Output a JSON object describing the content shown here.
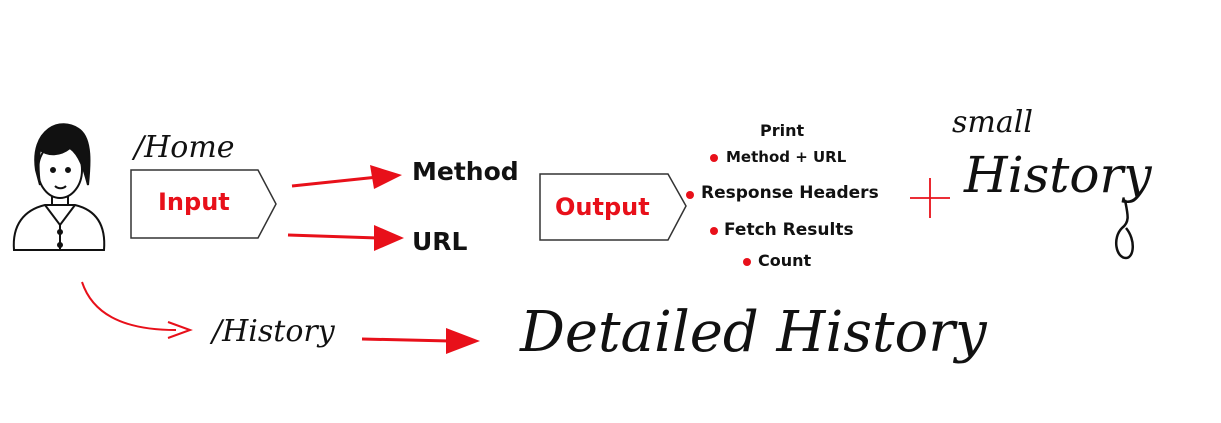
{
  "routes": {
    "home": "/Home",
    "history": "/History"
  },
  "boxes": {
    "input": "Input",
    "output": "Output"
  },
  "fields": {
    "method": "Method",
    "url": "URL"
  },
  "print": {
    "title": "Print",
    "items": [
      "Method + URL",
      "Response Headers",
      "Fetch Results",
      "Count"
    ]
  },
  "history": {
    "small_word": "small",
    "big_word": "History",
    "plus": "+",
    "detailed": "Detailed History"
  },
  "colors": {
    "accent": "#e8101a",
    "ink": "#111111"
  }
}
